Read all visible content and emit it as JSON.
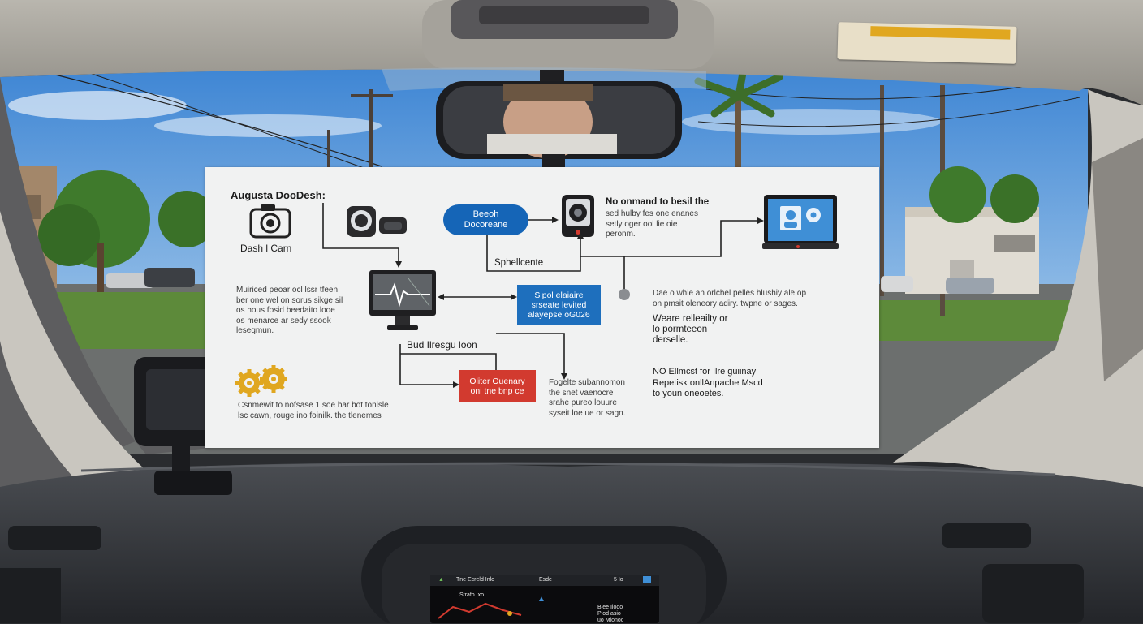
{
  "poster": {
    "title": "Augusta DooDesh:",
    "camera_label": "Dash l Carn",
    "pill_label": "Beeoh\nDocoreane",
    "right_heading": "No onmand to besil the",
    "right_sub": "sed hulby fes one enanes\nsetly oger ool lie oie\nperonm.",
    "schematic_label": "Sphellcente",
    "left_para": "Muiriced peoar ocl lssr tfeen\nber one wel on sorus sikge sil\nos hous fosid beedaito looe\nos menarce ar sedy ssook\nlesegmun.",
    "blue_box": "Sipol elaiaire\nsrseate levited\nalayepse oG026",
    "right_para1": "Dae o whle an orlchel pelles hlushiy ale op\non pmsit oleneory adiry. twpne or sages.",
    "right_para2": "Weare relleailty or\nlo pormteeon\nderselle.",
    "loop_label": "Bud Ilresgu loon",
    "red_box": "Oliter Ouenary\noni tne bnp ce",
    "mid_para": "Fogelte subannomon\nthe snet vaenocre\nsrahe pureo louure\nsyseit loe ue or sagn.",
    "right_para3": "NO Ellmcst for Ilre guiinay\nRepetisk onllAnpache Mscd\nto youn oneoetes.",
    "bottom_left": "Csnmewit to nofsase 1 soe bar bot tonlsle\nlsc cawn, rouge ino foinilk. the tlenemes"
  },
  "dash_screen": {
    "left_label": "Tne Ecreld Inlo",
    "mid_label": "Esde",
    "right_label": "5 Io",
    "sub_label": "Sfrafo Ixo",
    "lines": "Blee Ilooo\nPlod asio\nuo Mlonoc"
  },
  "colors": {
    "accent_blue": "#1565b7",
    "accent_red": "#d23a2f",
    "poster_bg": "#f1f2f2",
    "sky": "#4a8fd6"
  },
  "icons": [
    "camera-icon",
    "dashcam-icon",
    "monitor-pulse-icon",
    "dashcam-device-icon",
    "laptop-profile-icon",
    "gears-icon"
  ]
}
